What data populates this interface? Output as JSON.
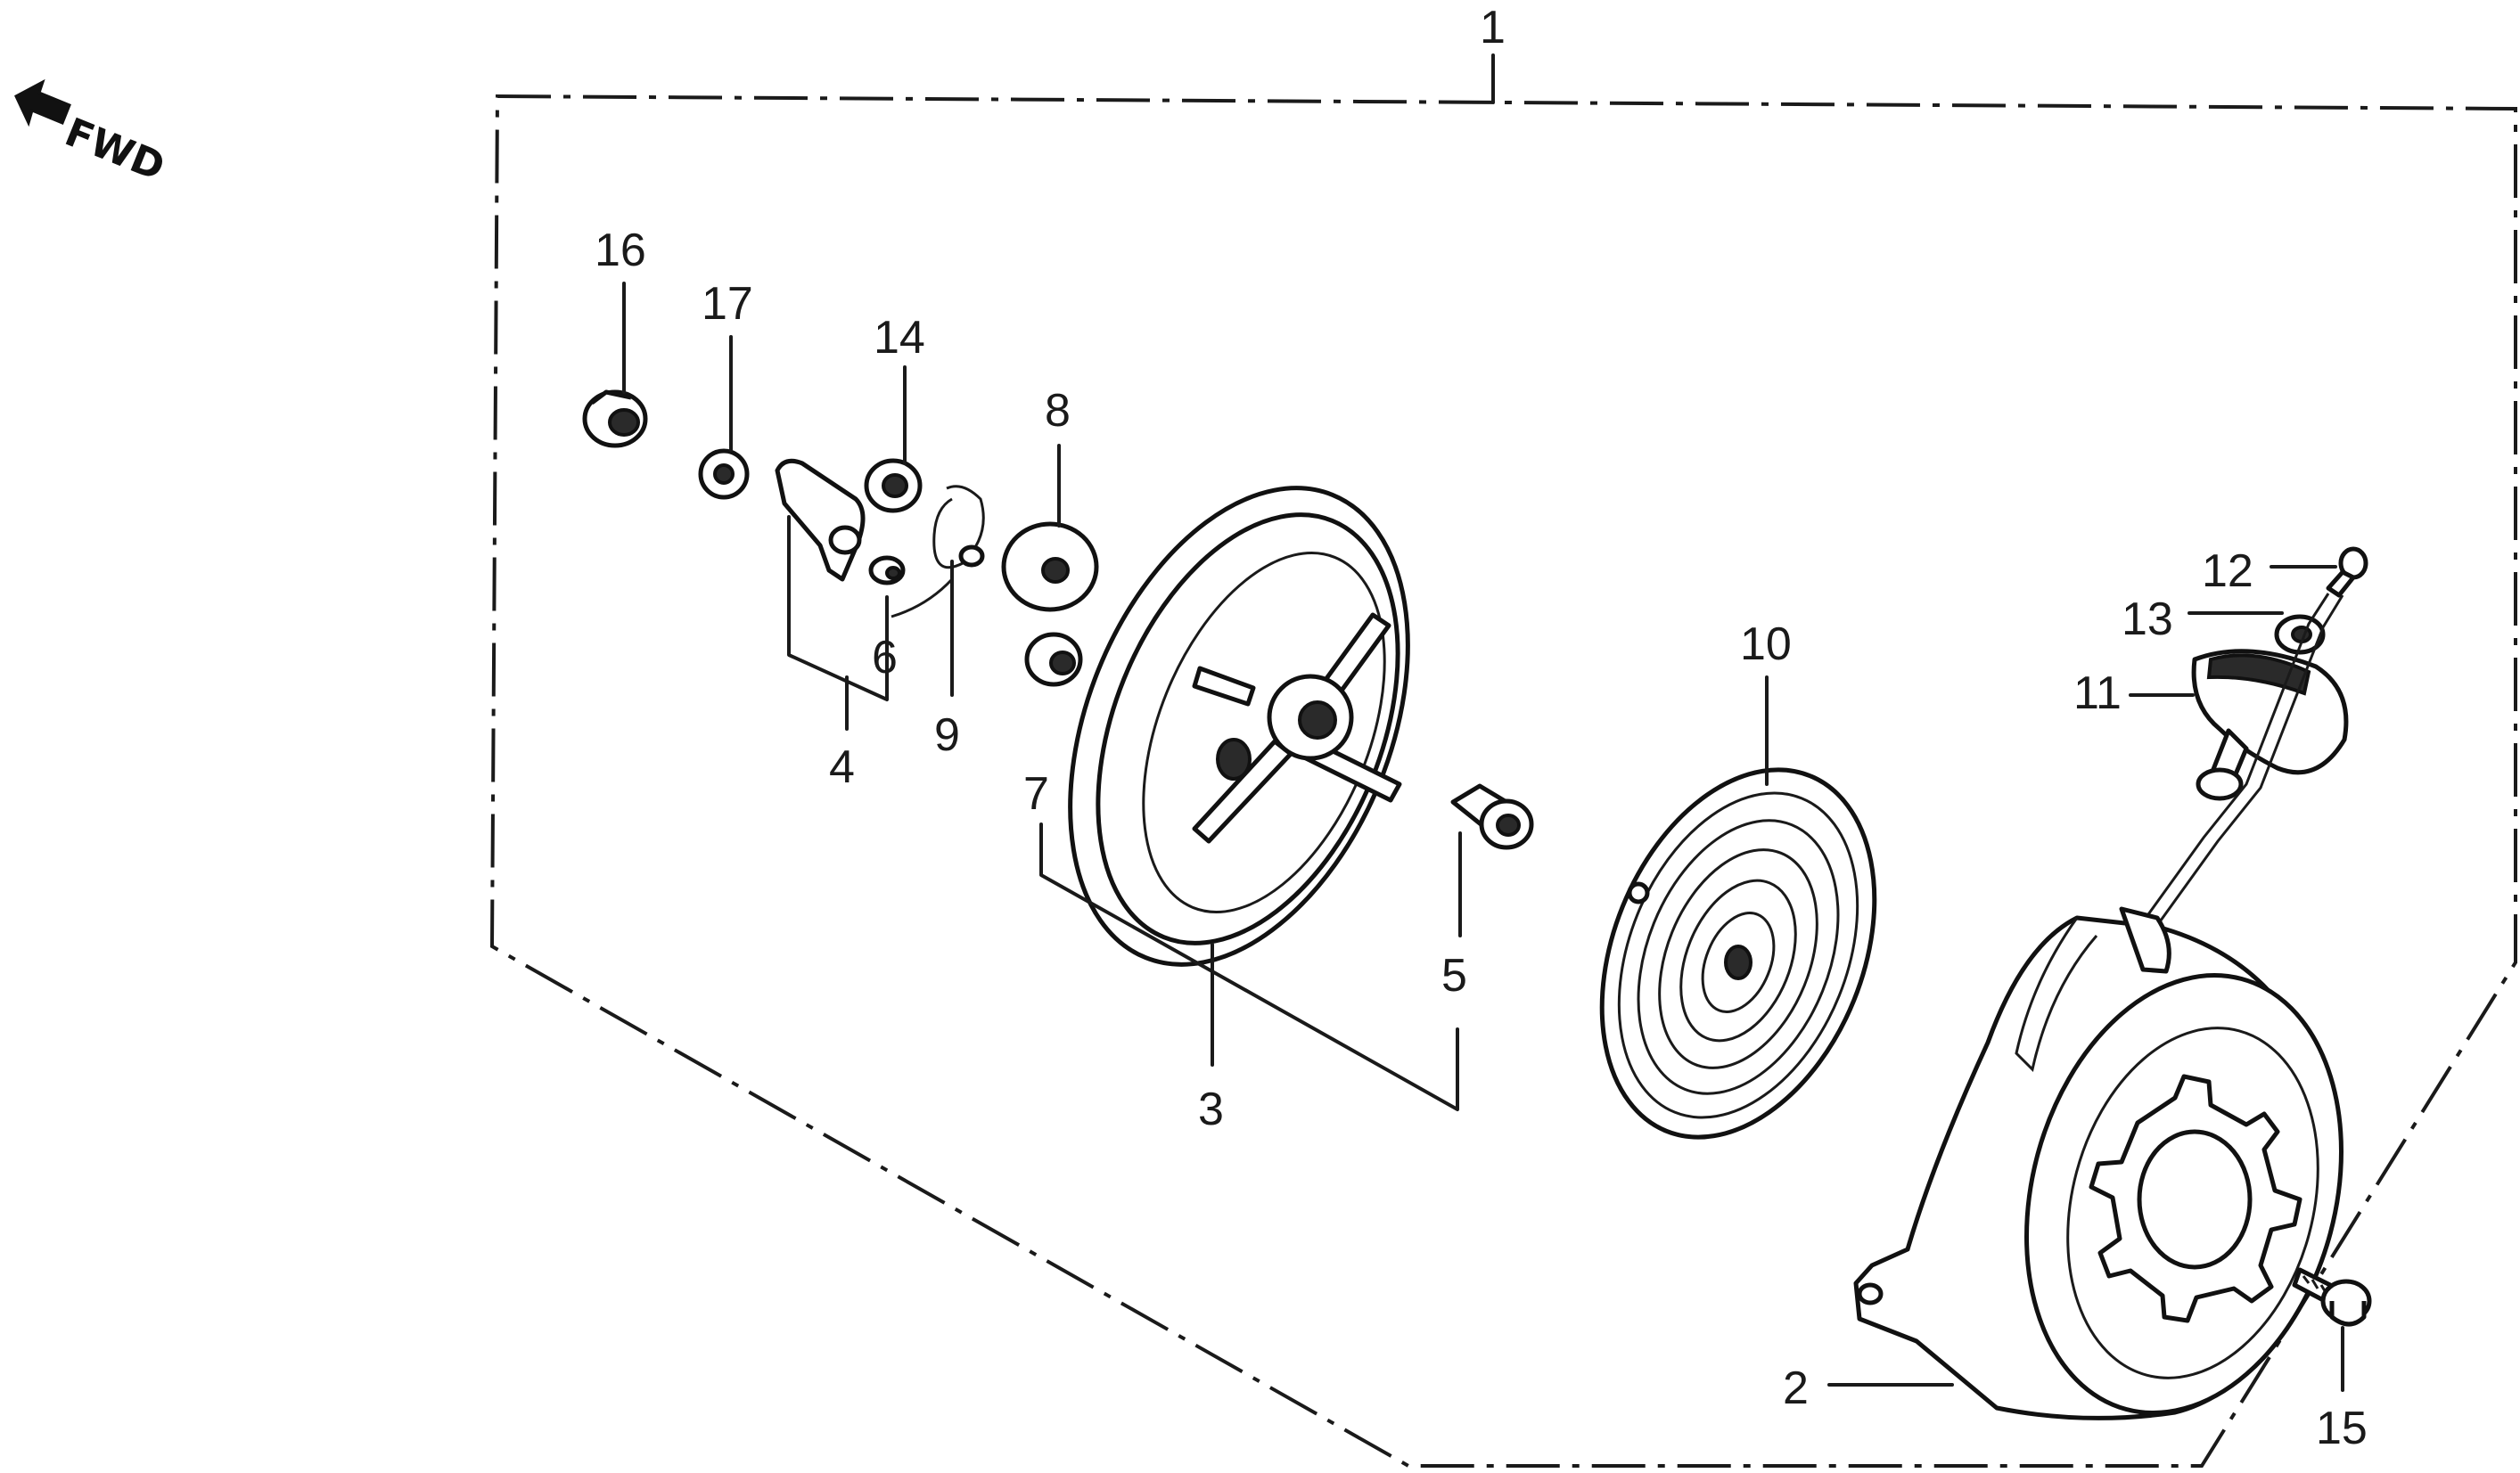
{
  "direction_label": "FWD",
  "callouts": {
    "c1": "1",
    "c2": "2",
    "c3": "3",
    "c4": "4",
    "c5": "5",
    "c6": "6",
    "c7": "7",
    "c8": "8",
    "c9": "9",
    "c10": "10",
    "c11": "11",
    "c12": "12",
    "c13": "13",
    "c14": "14",
    "c15": "15",
    "c16": "16",
    "c17": "17"
  }
}
